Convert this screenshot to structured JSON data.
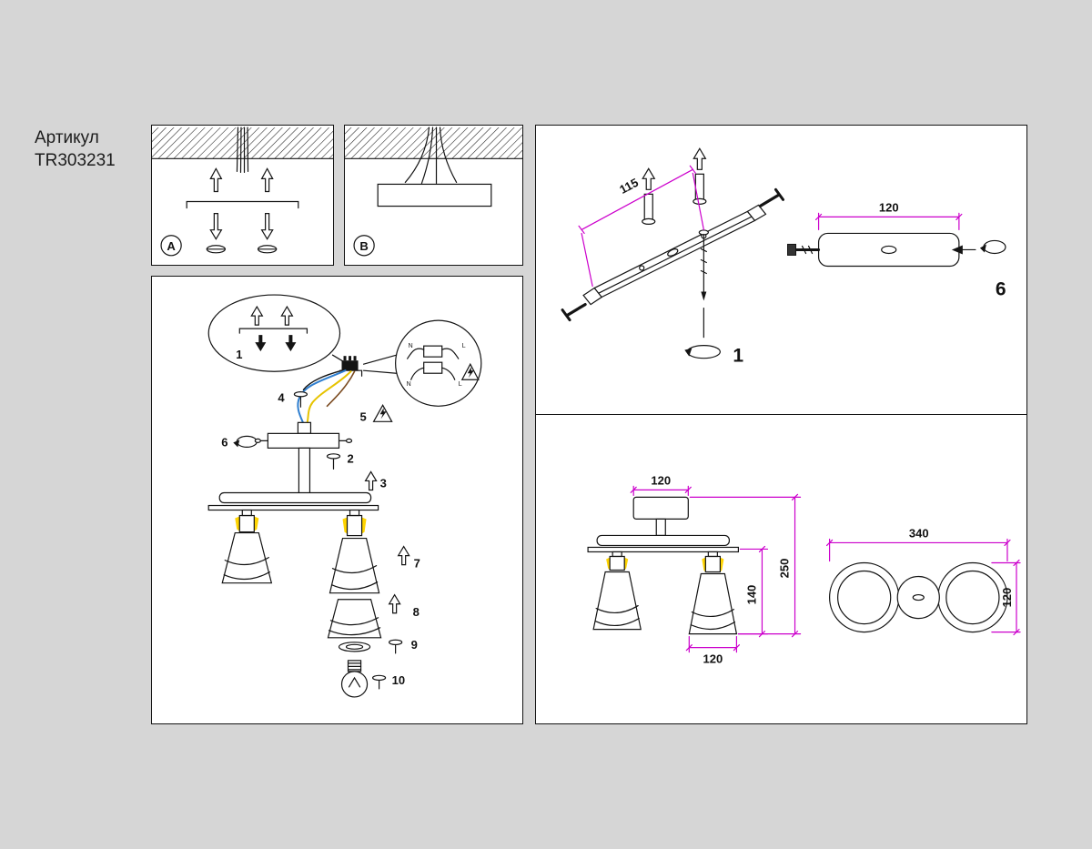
{
  "article": {
    "label": "Артикул",
    "number": "TR303231"
  },
  "panel_a": {
    "letter": "A"
  },
  "panel_b": {
    "letter": "B"
  },
  "assembly": {
    "steps": {
      "s1": "1",
      "s2": "2",
      "s3": "3",
      "s4": "4",
      "s5": "5",
      "s6": "6",
      "s7": "7",
      "s8": "8",
      "s9": "9",
      "s10": "10"
    },
    "terminal": {
      "n_top": "N",
      "l_top": "L",
      "n_bottom": "N",
      "l_bottom": "L"
    }
  },
  "bracket_panel": {
    "dim_length": "115",
    "step_anchor": "1",
    "dim_plate": "120",
    "step_screw": "6"
  },
  "dimension_panel": {
    "canopy_width": "120",
    "total_height": "250",
    "shade_height": "140",
    "shade_diameter": "120",
    "total_length": "340",
    "shade_depth": "120"
  },
  "colors": {
    "dimension_line": "#cc00cc",
    "socket_highlight": "#ffd400",
    "wire_blue": "#2f7fd0",
    "wire_yellow": "#e6c300",
    "background": "#d6d6d6"
  }
}
